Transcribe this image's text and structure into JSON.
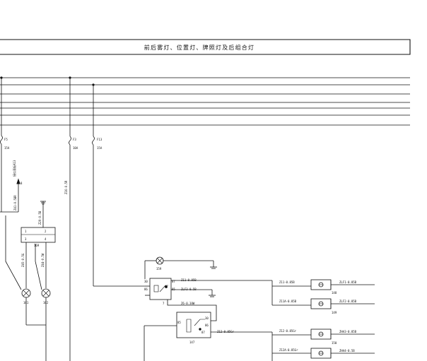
{
  "title": "前后雾灯、位置灯、牌照灯及后组合灯",
  "fuses": [
    {
      "id": "F5",
      "rating": "15A"
    },
    {
      "id": "F3",
      "rating": "10A"
    },
    {
      "id": "F13",
      "rating": "15A"
    }
  ],
  "vertical_labels": {
    "connector_note": "接仪表板A13",
    "wire_f5": "Z41-0.5BR",
    "wire_f3": "Z16-0.5R",
    "wire_ground": "Z29-0.5B",
    "wire_left_1": "Z45-0.5G",
    "wire_left_2": "Z44-0.5W"
  },
  "arrow_label": "8",
  "switch_169": {
    "id": "169",
    "pins": [
      "1",
      "2",
      "3",
      "4"
    ]
  },
  "lamps": {
    "lamp_161": "161",
    "lamp_162": "162",
    "lamp_159": "159"
  },
  "relay_upper": {
    "pins": [
      "30",
      "87",
      "86",
      "85"
    ],
    "wire_87": "Z11-0.85B",
    "wire_85": "ZLF3-0.5B",
    "id": "7"
  },
  "wire_mid": "Z6-0.38W",
  "relay_147": {
    "pins": [
      "30",
      "85",
      "87",
      "86"
    ],
    "wire_out": "Z12-0.85Gr",
    "id": "147"
  },
  "right_wires": {
    "w1": "Z11-0.85B",
    "w2": "Z11A-0.85B",
    "w3": "Z12-0.85Gr",
    "w4": "Z12A-0.85Gr"
  },
  "connectors": [
    {
      "out": "ZLF1-0.85B",
      "id": "148"
    },
    {
      "out": "ZLF2-0.85B",
      "id": "149"
    },
    {
      "out": "ZHA3-0.85B",
      "id": "150"
    },
    {
      "out": "ZHA4-0.5B",
      "id": ""
    }
  ]
}
